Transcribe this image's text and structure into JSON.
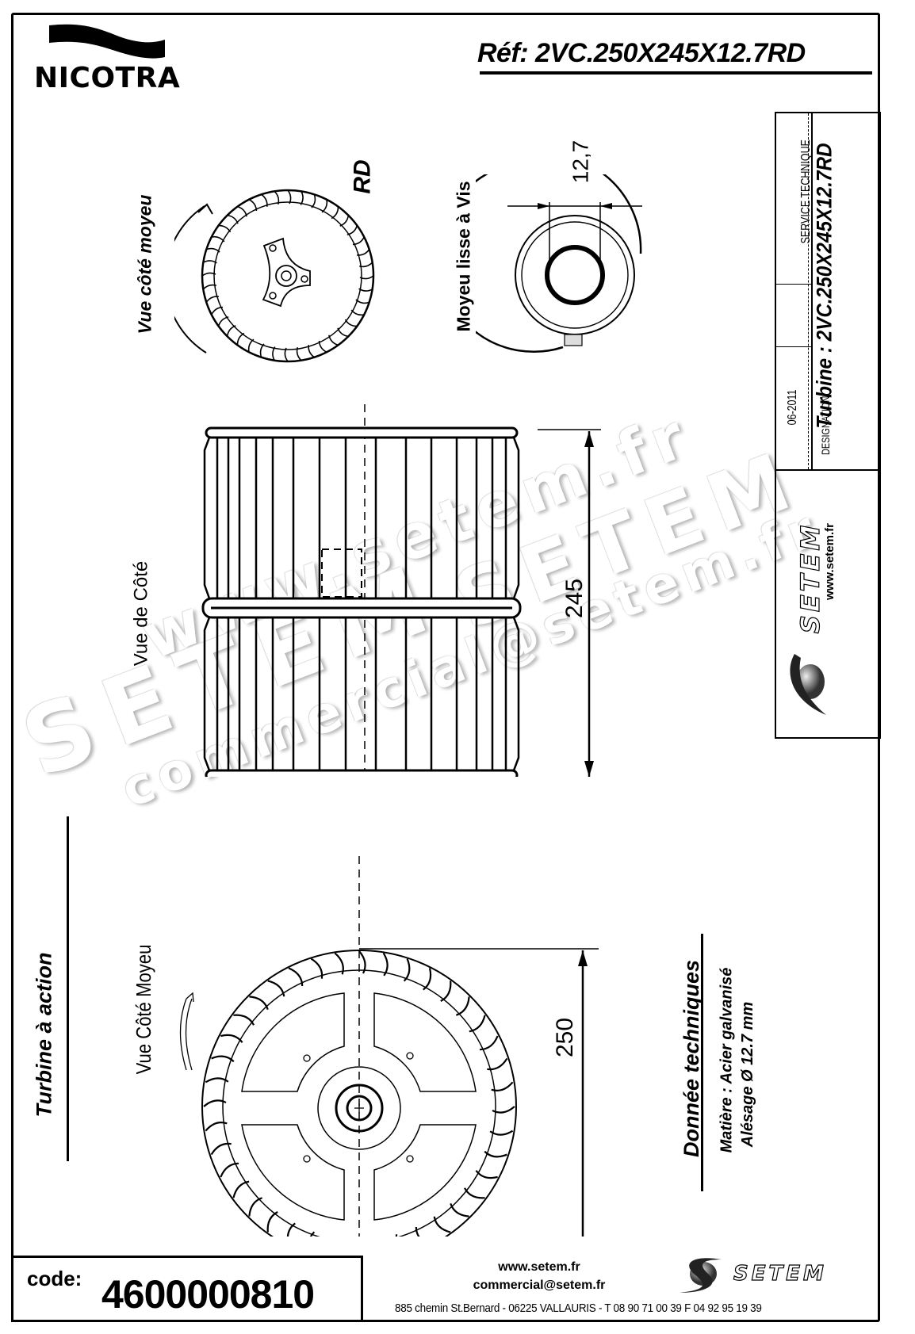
{
  "document": {
    "brand": "NICOTRA",
    "reference": "Réf: 2VC.250X245X12.7RD",
    "watermarks": [
      "www.setem.fr",
      "SETEM",
      "SETEM",
      "commercial@setem.fr"
    ]
  },
  "cartouche": {
    "department": "SERVICE TECHNIQUE",
    "date": "06-2011",
    "designation_label": "DESIGNATION",
    "designation": "Turbine : 2VC.250X245X12.7RD",
    "logo_word": "SETEM",
    "website": "www.setem.fr"
  },
  "views": {
    "top_left": {
      "label": "Vue côté moyeu",
      "rotation_tag": "RD"
    },
    "top_right": {
      "label": "Moyeu lisse à Vis",
      "dimension": "12,7"
    },
    "side": {
      "label": "Vue de Côté",
      "dimension": "245"
    },
    "bottom": {
      "label": "Vue Côté Moyeu",
      "dimension": "250"
    }
  },
  "section_title": "Turbine à action",
  "tech_data": {
    "title": "Donnée techniques",
    "material": "Matière : Acier galvanisé",
    "bore": "Alésage Ø 12.7 mm"
  },
  "footer": {
    "code_label": "code:",
    "code_value": "4600000810",
    "website": "www.setem.fr",
    "email": "commercial@setem.fr",
    "logo_word": "SETEM",
    "address": "885 chemin St.Bernard  -  06225 VALLAURIS  -  T 08 90 71 00 39   F 04 92 95 19 39"
  }
}
